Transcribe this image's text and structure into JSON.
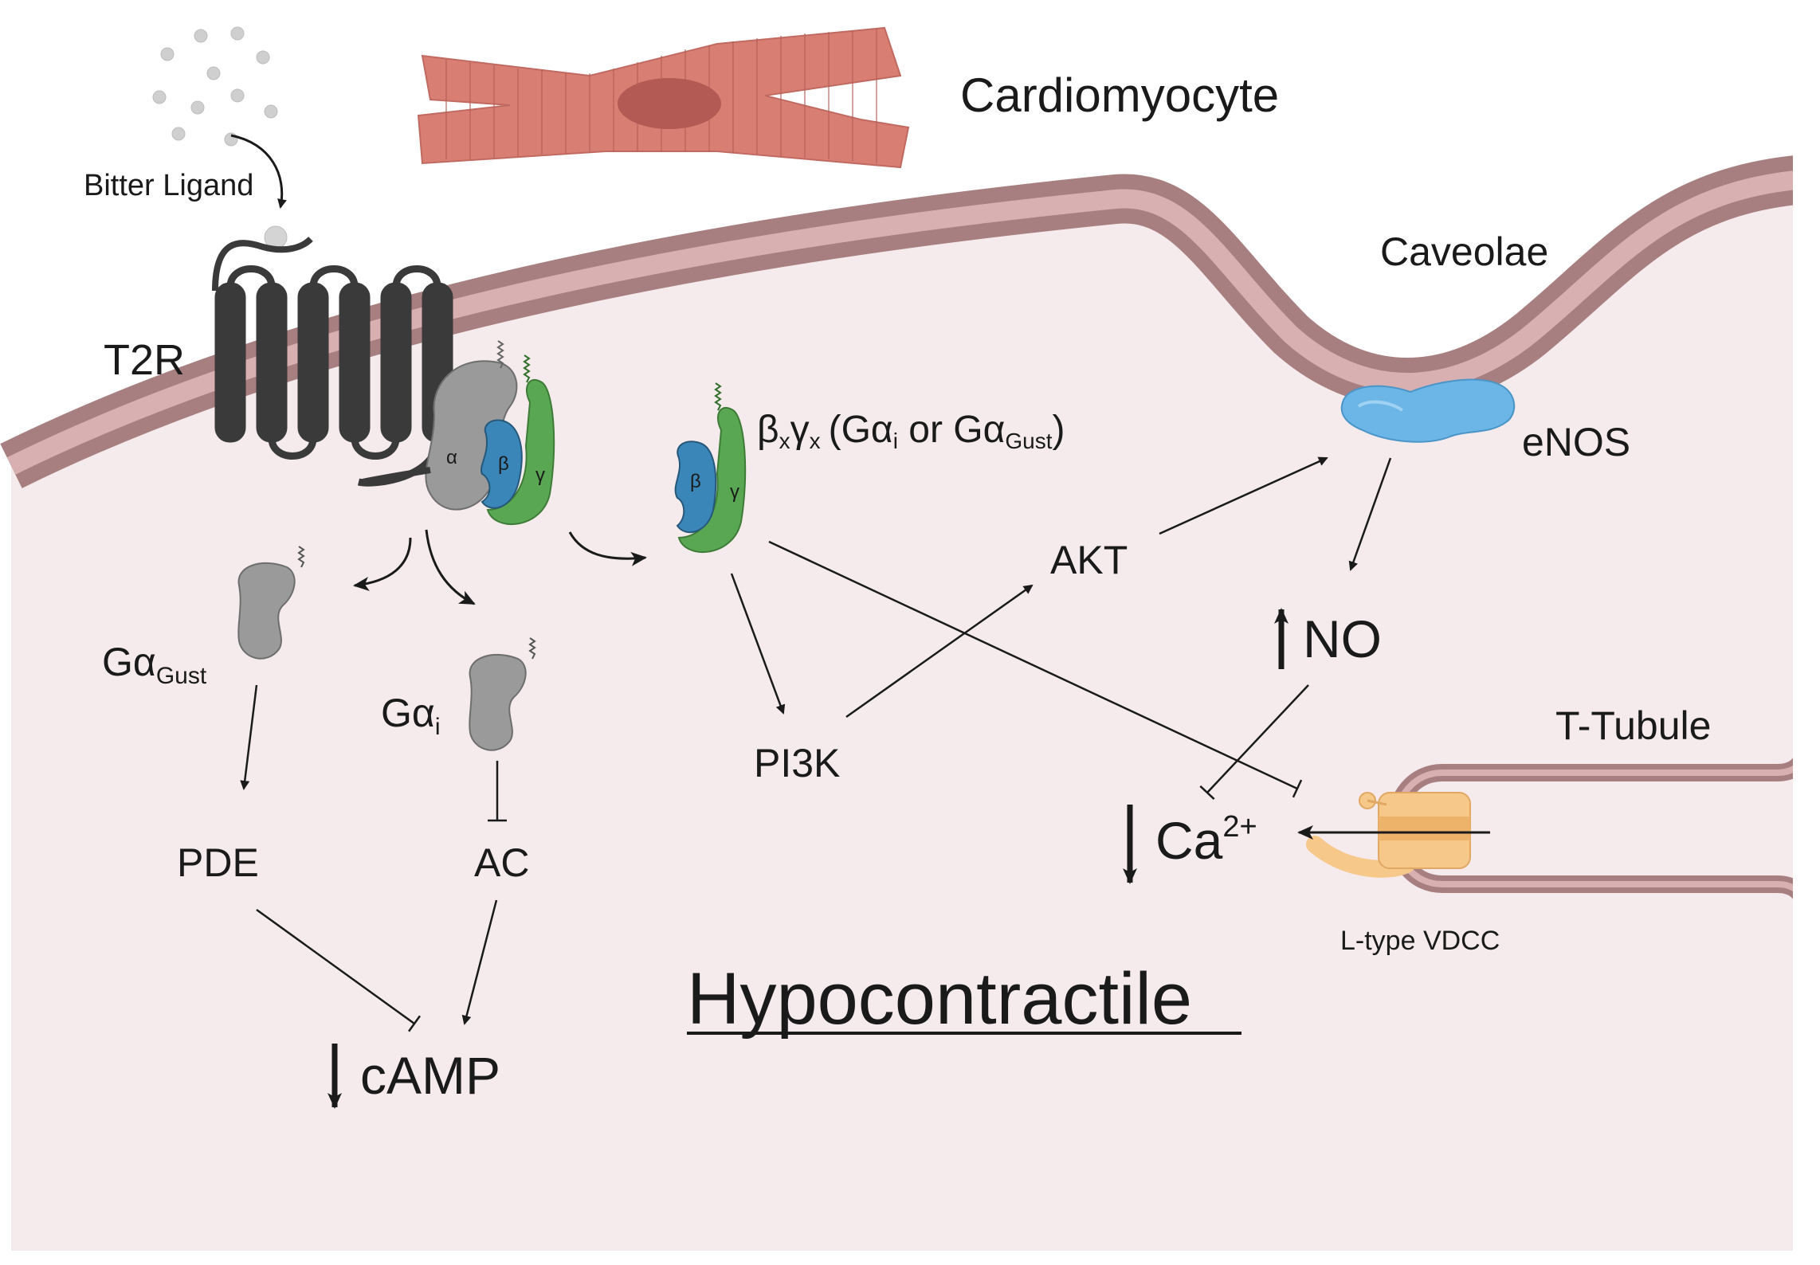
{
  "labels": {
    "cardiomyocyte": "Cardiomyocyte",
    "bitter_ligand": "Bitter Ligand",
    "t2r": "T2R",
    "caveolae": "Caveolae",
    "enos": "eNOS",
    "beta_gamma_main": "βxγx (Gαi or GαGust)",
    "beta_gamma_beta": "β",
    "beta_gamma_beta_sub": "x",
    "beta_gamma_gamma": "γ",
    "beta_gamma_gamma_sub": "x",
    "beta_gamma_paren_open": "(Gα",
    "beta_gamma_i": "i",
    "beta_gamma_or": " or Gα",
    "beta_gamma_gust": "Gust",
    "beta_gamma_paren_close": ")",
    "alpha_sym": "α",
    "beta_sym": "β",
    "gamma_sym": "γ",
    "ga_gust_main": "Gα",
    "ga_gust_sub": "Gust",
    "ga_i_main": "Gα",
    "ga_i_sub": "i",
    "akt": "AKT",
    "pi3k": "PI3K",
    "no": "NO",
    "t_tubule": "T-Tubule",
    "ca": "Ca",
    "ca_sup": "2+",
    "pde": "PDE",
    "ac": "AC",
    "camp": "cAMP",
    "l_type_vdcc": "L-type VDCC",
    "hypocontractile": "Hypocontractile"
  },
  "colors": {
    "cytoplasm": "#f5eaec",
    "membrane_outer": "#a87f80",
    "membrane_inner": "#d9b0b1",
    "receptor": "#3a3a3a",
    "g_alpha": "#9a9a9a",
    "g_beta": "#3b86b8",
    "g_gamma": "#5aa753",
    "enos": "#6bb6e6",
    "vdcc": "#f6c88a",
    "cardiomyocyte": "#d97e73",
    "nucleus": "#b45a54"
  }
}
